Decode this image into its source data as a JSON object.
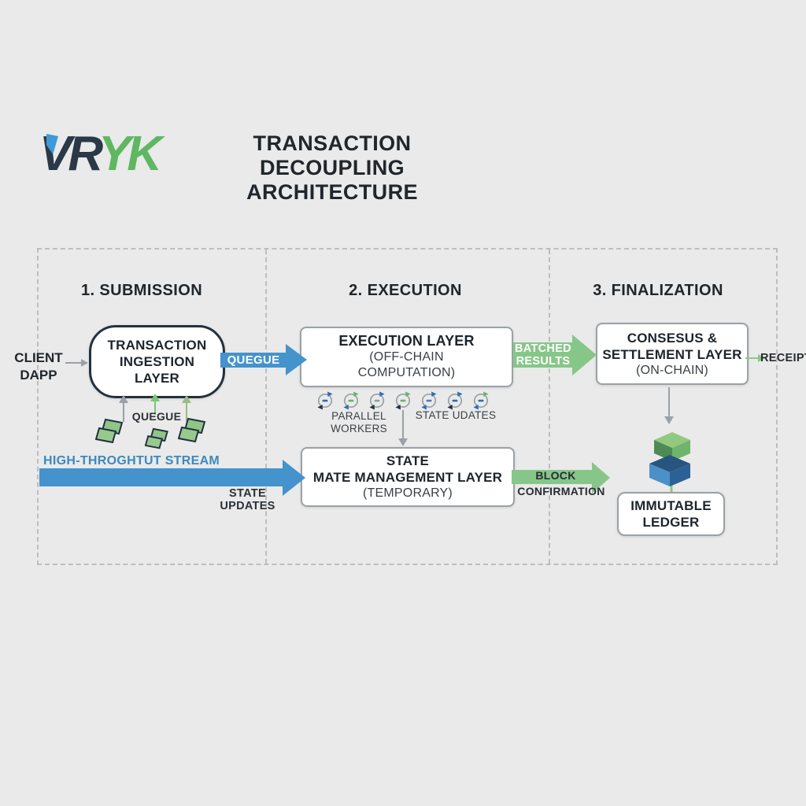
{
  "header": {
    "logo_dark": "VR",
    "logo_green": "YK",
    "title_line1": "TRANSACTION DECOUPLING",
    "title_line2": "ARCHITECTURE"
  },
  "sections": {
    "s1": "1. SUBMISSION",
    "s2": "2. EXECUTION",
    "s3": "3. FINALIZATION"
  },
  "submission": {
    "client_line1": "CLIENT",
    "client_line2": "DAPP",
    "ingestion_line1": "TRANSACTION",
    "ingestion_line2": "INGESTION",
    "ingestion_line3": "LAYER",
    "queue_arrow_label": "QUEGUE",
    "queue_inflow_label": "QUEGUE",
    "stream_label": "HIGH-THROGHTUT STREAM",
    "stream_sublabel": "STATE UPDATES"
  },
  "execution": {
    "exec_line1": "EXECUTION LAYER",
    "exec_line2": "(OFF-CHAIN",
    "exec_line3": "COMPUTATION)",
    "workers_line1": "PARALLEL",
    "workers_line2": "WORKERS",
    "state_updates_label": "STATE UDATES",
    "batched_line1": "BATCHED",
    "batched_line2": "RESULTS",
    "state_line1": "STATE",
    "state_line2": "MATE MANAGEMENT LAYER",
    "state_line3": "(TEMPORARY)",
    "blockconf_line1": "BLOCK",
    "blockconf_line2": "CONFIRMATION"
  },
  "finalization": {
    "consensus_line1": "CONSESUS &",
    "consensus_line2": "SETTLEMENT LAYER",
    "consensus_line3": "(ON-CHAIN)",
    "receipt_label": "RECEIPT",
    "ledger_line1": "IMMUTABLE",
    "ledger_line2": "LEDGER"
  },
  "icons": {
    "worker_icon": "sync-circle-icon",
    "queue_item_icon": "stacked-queue-box-icon",
    "ledger_icon": "stacked-blocks-icon"
  },
  "colors": {
    "background": "#e9eae9",
    "accent_blue": "#4493cc",
    "accent_green": "#87c689",
    "dark_navy": "#24313f",
    "logo_green": "#5fb761",
    "stream_text_blue": "#3d88c0",
    "dashed_border": "#bdbdbd",
    "text_dark": "#20262c"
  }
}
